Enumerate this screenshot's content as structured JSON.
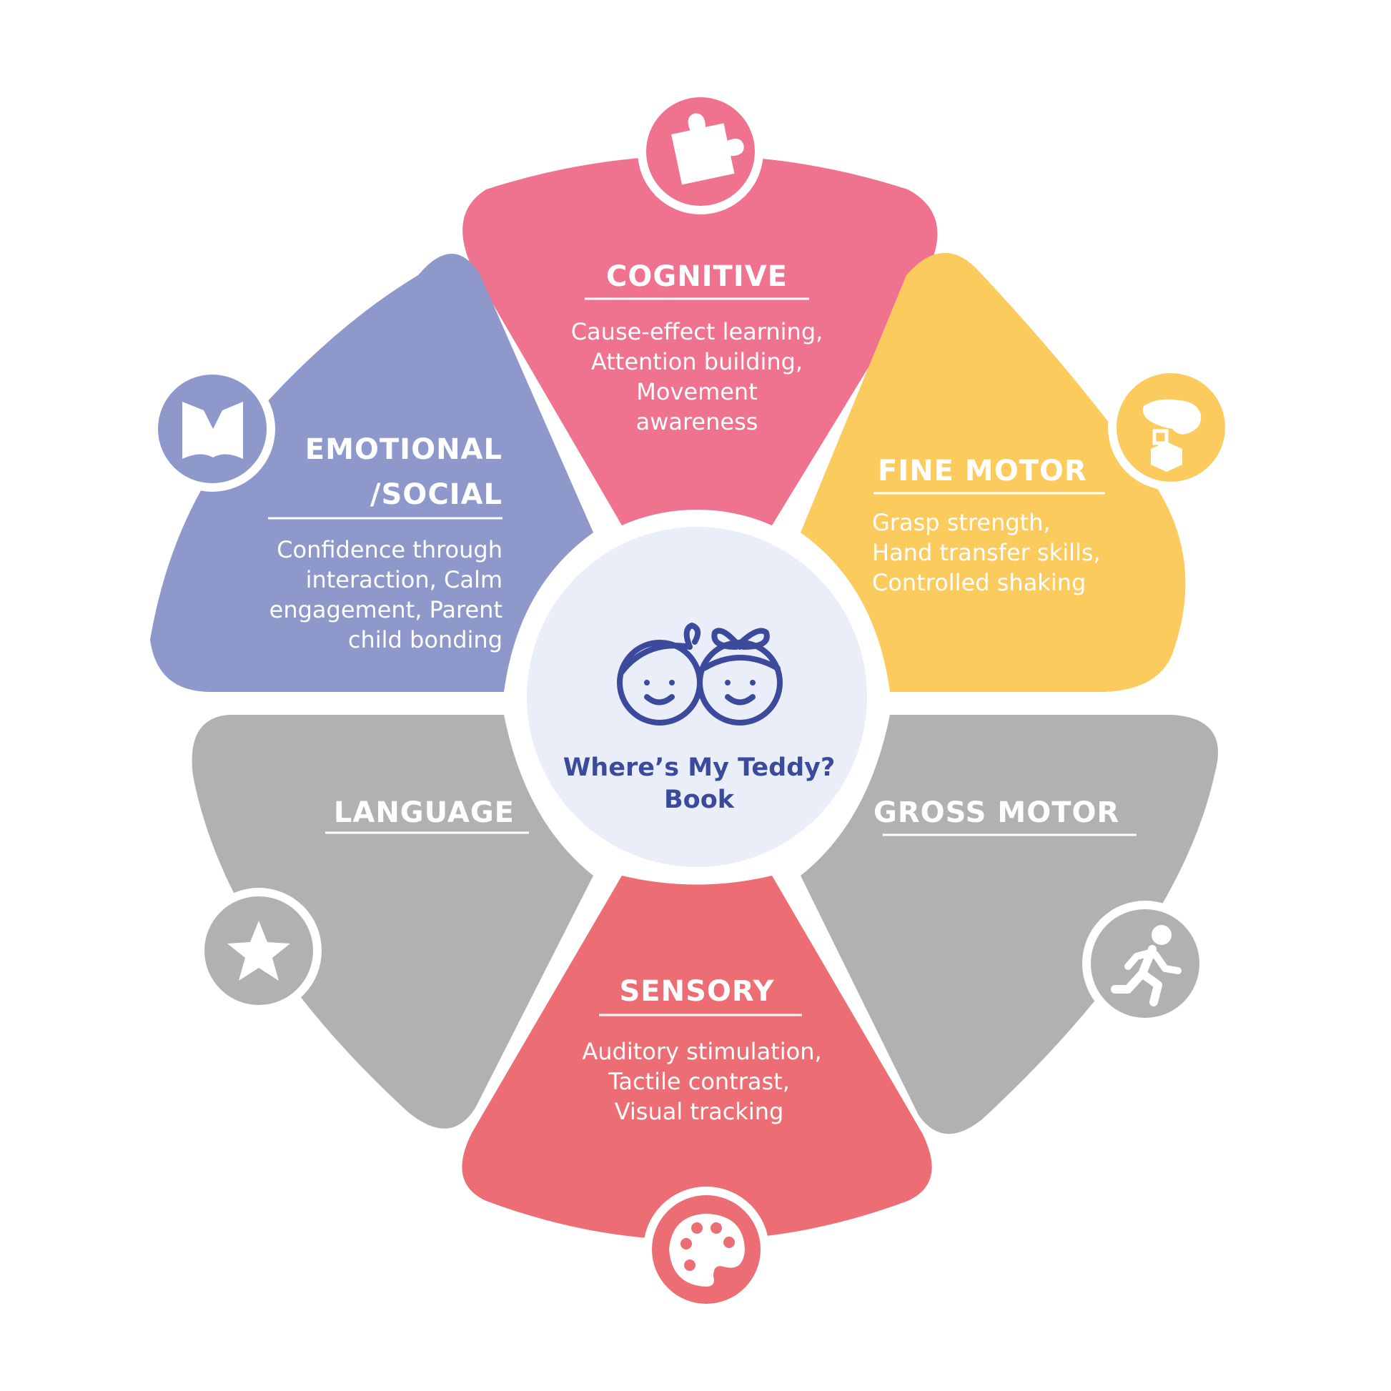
{
  "center": {
    "title_line1": "Where’s My Teddy?",
    "title_line2": "Book",
    "icon": "two-children-faces-icon"
  },
  "colors": {
    "cognitive": "#ef738f",
    "fine_motor": "#fbcb5e",
    "gross_motor": "#b1b1b2",
    "sensory": "#ec6e74",
    "language": "#b1b1b2",
    "emotional": "#8f98cb",
    "center_fill": "#e9eef9",
    "center_text": "#3b4a9a"
  },
  "segments": {
    "cognitive": {
      "title": "COGNITIVE",
      "icon": "puzzle-piece-icon",
      "lines": [
        "Cause-effect learning,",
        "Attention building,",
        "Movement",
        "awareness"
      ]
    },
    "fine_motor": {
      "title": "FINE MOTOR",
      "icon": "hand-dropping-block-icon",
      "lines": [
        "Grasp strength,",
        "Hand transfer skills,",
        "Controlled shaking"
      ]
    },
    "gross_motor": {
      "title": "GROSS MOTOR",
      "icon": "running-person-icon",
      "lines": []
    },
    "sensory": {
      "title": "SENSORY",
      "icon": "paint-palette-icon",
      "lines": [
        "Auditory stimulation,",
        "Tactile contrast,",
        "Visual tracking"
      ]
    },
    "language": {
      "title": "LANGUAGE",
      "icon": "star-icon",
      "lines": []
    },
    "emotional": {
      "title_line1": "EMOTIONAL",
      "title_line2": "/SOCIAL",
      "icon": "open-book-icon",
      "lines": [
        "Confidence through",
        "interaction, Calm",
        "engagement, Parent",
        "child bonding"
      ]
    }
  }
}
